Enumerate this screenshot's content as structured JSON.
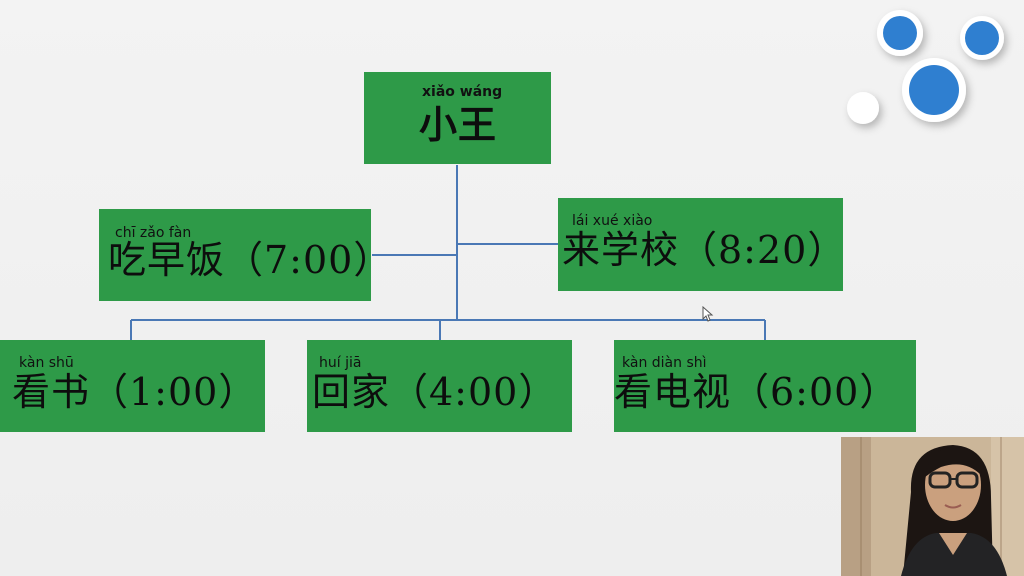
{
  "diagram": {
    "root": {
      "pinyin": "xiǎo  wáng",
      "label": "小王"
    },
    "nodes": [
      {
        "id": "breakfast",
        "pinyin": "chī    zǎo    fàn",
        "label": "吃早饭（7:00）"
      },
      {
        "id": "school",
        "pinyin": "lái    xué   xiào",
        "label": "来学校（8:20）"
      },
      {
        "id": "read",
        "pinyin": "kàn   shū",
        "label": "看书（1:00）"
      },
      {
        "id": "home",
        "pinyin": "huí    jiā",
        "label": "回家（4:00）"
      },
      {
        "id": "tv",
        "pinyin": "kàn   diàn    shì",
        "label": "看电视（6:00）"
      }
    ],
    "colors": {
      "box": "#2e9a48",
      "connector": "#4a78b5",
      "accent_circle": "#2f7fd0",
      "background": "#f0f0f0"
    }
  },
  "decoration": {
    "circles": [
      "blue-circle",
      "blue-circle",
      "blue-circle",
      "white-circle"
    ]
  },
  "overlay": {
    "webcam": "presenter-webcam",
    "cursor": "mouse-cursor-icon"
  }
}
